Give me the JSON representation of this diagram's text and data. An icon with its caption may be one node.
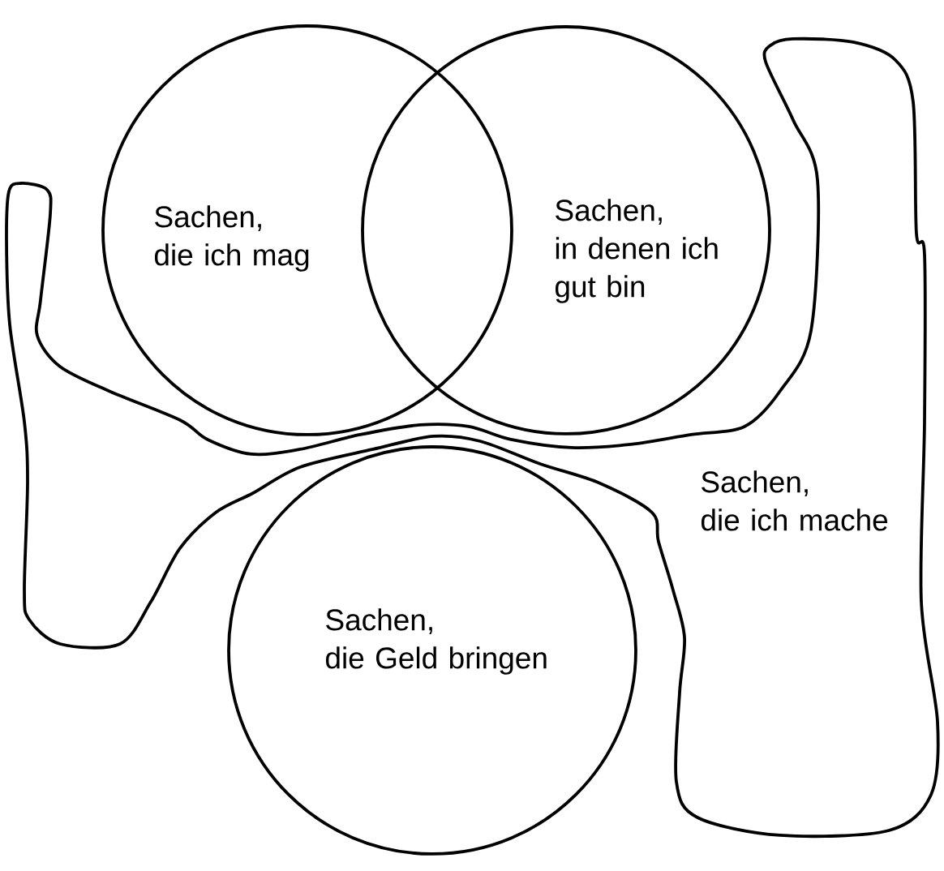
{
  "diagram": {
    "nodes": [
      {
        "text": [
          "Sachen, die ich mag"
        ]
      },
      {
        "text": [
          "Sachen, in denen ich gut bin"
        ]
      },
      {
        "text": [
          "Sachen, die ich mache"
        ]
      },
      {
        "text": [
          "Sachen, die Geld bringen"
        ]
      }
    ]
  }
}
